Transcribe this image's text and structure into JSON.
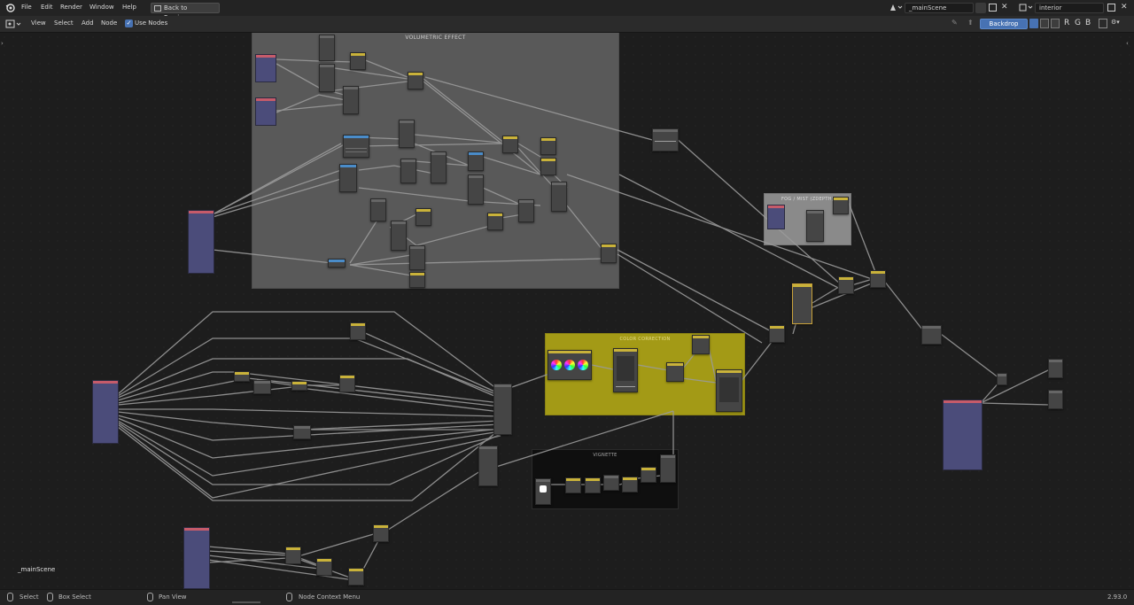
{
  "menu": {
    "items": [
      "File",
      "Edit",
      "Render",
      "Window",
      "Help"
    ],
    "back_button": "Back to Previous",
    "scene_field": "_mainScene",
    "view_layer_field": "interior"
  },
  "header": {
    "menu": [
      "View",
      "Select",
      "Add",
      "Node"
    ],
    "use_nodes_label": "Use Nodes",
    "use_nodes_checked": true,
    "backdrop_label": "Backdrop",
    "channels": [
      "R",
      "G",
      "B"
    ]
  },
  "frames": {
    "volumetric": "VOLUMETRIC EFFECT",
    "fog": "FOG / MIST (ZDEPTH)",
    "color": "COLOR CORRECTION",
    "vignette": "VIGNETTE"
  },
  "canvas": {
    "scene_label": "_mainScene"
  },
  "status": {
    "select": "Select",
    "box_select": "Box Select",
    "pan_view": "Pan View",
    "context_menu": "Node Context Menu",
    "version": "2.93.0"
  },
  "colors": {
    "frame_volumetric": "#595959",
    "frame_fog": "#8a8a8a",
    "frame_color": "#a39a16",
    "frame_vignette": "#0f0f0f",
    "render_layers": "#4b4c7a",
    "node_header_yellow": "#c9b23a",
    "node_header_blue": "#4a8cc9",
    "wire": "#9a9a9a",
    "accent": "#4772b3"
  }
}
